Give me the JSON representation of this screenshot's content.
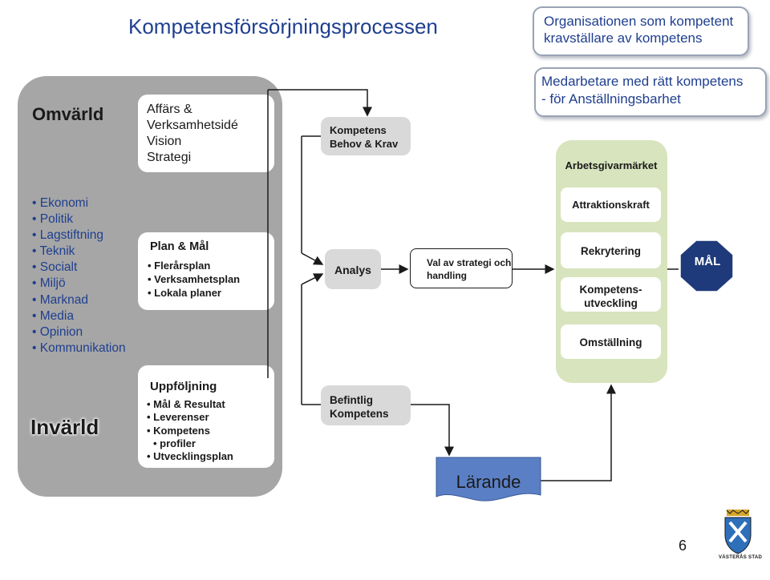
{
  "title": "Kompetensförsörjningsprocessen",
  "left_panel": {
    "omvarld": "Omvärld",
    "external_factors": [
      "Ekonomi",
      "Politik",
      "Lagstiftning",
      "Teknik",
      "Socialt",
      "Miljö",
      "Marknad",
      "Media",
      "Opinion",
      "Kommunikation"
    ],
    "invarld": "Invärld"
  },
  "affars_box": {
    "lines": [
      "Affärs &",
      "Verksamhetsidé",
      "Vision",
      "Strategi"
    ]
  },
  "plan_box": {
    "title": "Plan & Mål",
    "items": [
      "Flerårsplan",
      "Verksamhetsplan",
      "Lokala planer"
    ]
  },
  "uppfoljning_box": {
    "title": "Uppföljning",
    "items": [
      "Mål & Resultat",
      "Leverenser",
      "Kompetens",
      "profiler",
      "Utvecklingsplan"
    ]
  },
  "kompetens_box": {
    "lines": [
      "Kompetens",
      "Behov & Krav"
    ]
  },
  "analys_box": {
    "label": "Analys"
  },
  "val_box": {
    "lines": [
      "Val av strategi och",
      "handling"
    ]
  },
  "befintlig_box": {
    "lines": [
      "Befintlig",
      "Kompetens"
    ]
  },
  "callouts": {
    "top": [
      "Organisationen som kompetent",
      "kravställare av kompetens"
    ],
    "second": [
      "Medarbetare med rätt kompetens",
      "- för Anställningsbarhet"
    ]
  },
  "employer_brand": {
    "title": "Arbetsgivarmärket",
    "attraktionskraft": "Attraktionskraft",
    "rekrytering": "Rekrytering",
    "kompetensutveckling": [
      "Kompetens-",
      "utveckling"
    ],
    "omstallning": "Omställning"
  },
  "mal": "MÅL",
  "larande": "Lärande",
  "page_number": "6",
  "crest_caption": "VÄSTERÅS STAD",
  "colors": {
    "title_blue": "#1f3f8f",
    "panel_gray": "#a6a6a6",
    "box_gray": "#d9d9d9",
    "green": "#d7e4bd",
    "navy": "#1f3a7a",
    "larande_blue": "#5b7fc4"
  }
}
